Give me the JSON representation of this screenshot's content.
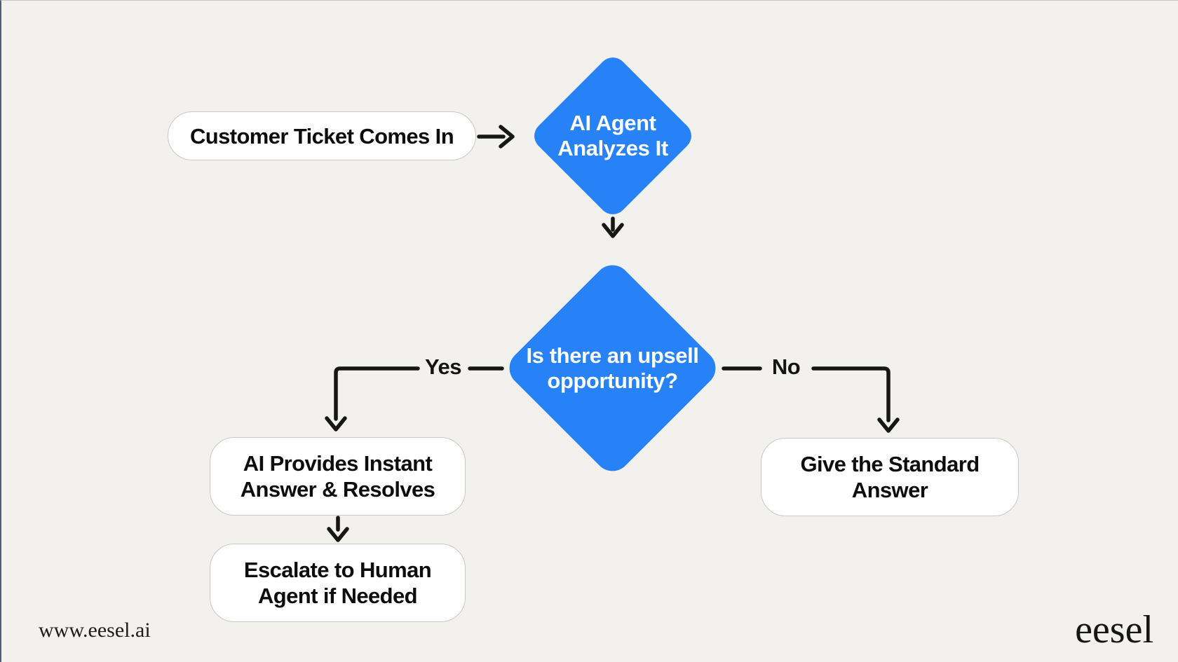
{
  "page": {
    "background": "#f2f1ee",
    "node_fill": "#ffffff",
    "diamond_fill": "#2782f8",
    "line_color": "#161616"
  },
  "nodes": {
    "start": {
      "label": "Customer Ticket Comes In"
    },
    "analyze": {
      "line1": "AI Agent",
      "line2": "Analyzes It"
    },
    "decision": {
      "line1": "Is there an upsell",
      "line2": "opportunity?"
    },
    "resolve": {
      "line1": "AI Provides Instant",
      "line2": "Answer & Resolves"
    },
    "escalate": {
      "line1": "Escalate to Human",
      "line2": "Agent if Needed"
    },
    "standard": {
      "line1": "Give the Standard",
      "line2": "Answer"
    }
  },
  "edges": {
    "yes_label": "Yes",
    "no_label": "No"
  },
  "footer": {
    "website": "www.eesel.ai",
    "brand": "eesel"
  }
}
